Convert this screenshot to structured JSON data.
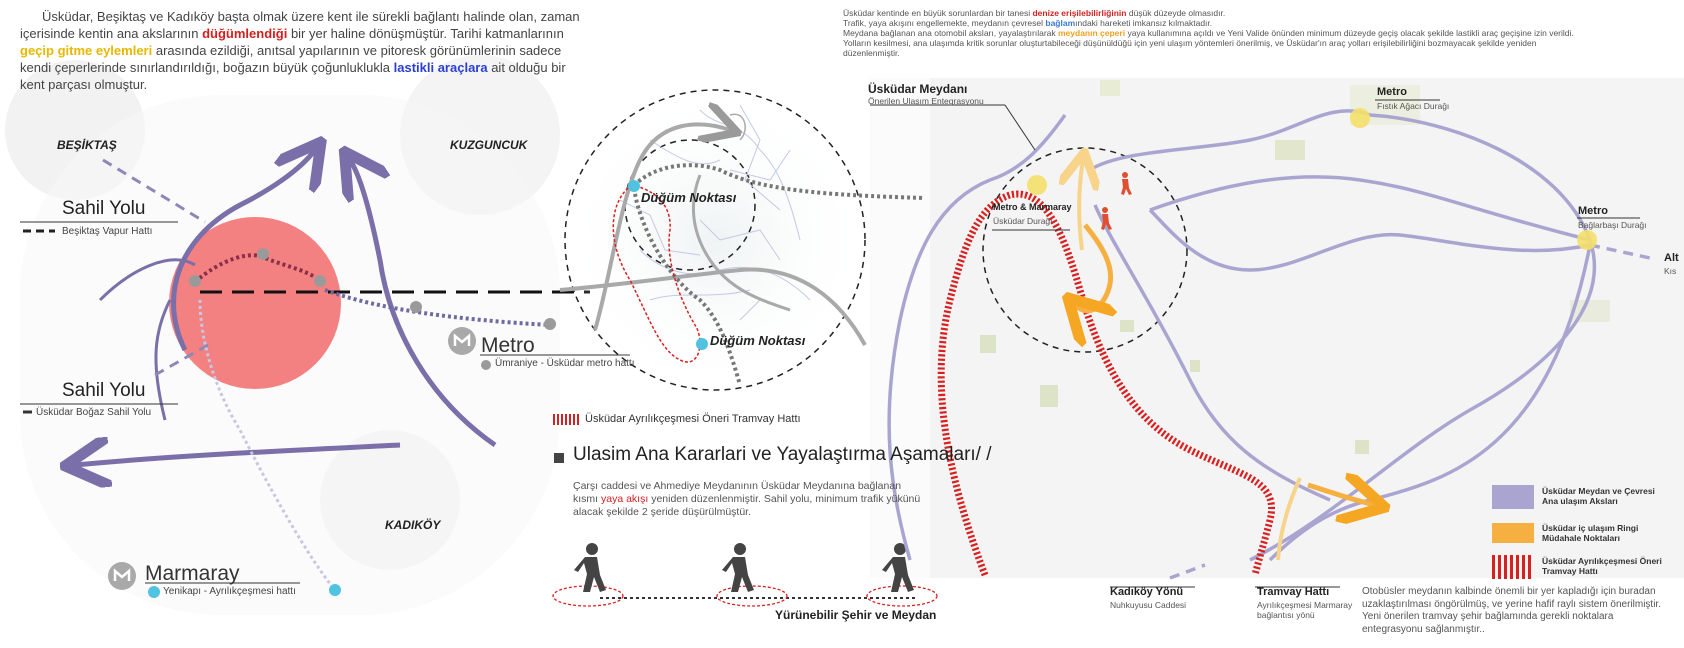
{
  "intro": {
    "p1": "Üsküdar, Beşiktaş ve Kadıköy başta olmak üzere kent ile sürekli bağlantı halinde olan, zaman içerisinde kentin ana akslarının ",
    "p1_red": "düğümlendiği",
    "p1_b": " bir yer haline dönüşmüştür. Tarihi katmanlarının ",
    "p1_yellow": "geçip gitme eylemleri",
    "p1_c": " arasında ezildiği, anıtsal yapılarının ve pitoresk görünümlerinin sadece kendi çeperlerinde sınırlandırıldığı, boğazın büyük çoğunluklukla ",
    "p1_blue": "lastikli araçlara",
    "p1_d": " ait olduğu bir kent parçası olmuştur."
  },
  "left_map": {
    "besiktas": "BEŞİKTAŞ",
    "kuzguncuk": "KUZGUNCUK",
    "kadikoy": "KADIKÖY",
    "sahil_yolu_1": "Sahil Yolu",
    "sahil_yolu_1_sub": "Beşiktaş Vapur Hattı",
    "sahil_yolu_2": "Sahil Yolu",
    "sahil_yolu_2_sub": "Üsküdar Boğaz Sahil Yolu",
    "metro": "Metro",
    "metro_sub": "Ümraniye - Üsküdar metro hattı",
    "marmaray": "Marmaray",
    "marmaray_sub": "Yenikapı - Ayrılıkçeşmesi hattı",
    "metro_icon": "metro-logo-icon",
    "marmaray_icon": "marmaray-logo-icon"
  },
  "center_map": {
    "node_1": "Düğüm Noktası",
    "node_2": "Düğüm Noktası",
    "tram_legend": "Üsküdar Ayrılıkçeşmesi Öneri Tramvay Hattı"
  },
  "section": {
    "title": "Ulasim Ana Kararlari ve Yayalaştırma Aşamaları/ /",
    "body_a": "Çarşı caddesi ve Ahmediye Meydanının Üsküdar Meydanına bağlanan kısmı ",
    "body_red": "yaya akışı",
    "body_b": " yeniden düzenlenmiştir. Sahil yolu, minimum trafik yükünü alacak şekilde 2 şeride düşürülmüştür.",
    "walk_caption": "Yürünebilir Şehir ve Meydan",
    "walker_icon": "pedestrian-icon"
  },
  "right_text": {
    "t1": "Üsküdar kentinde en büyük sorunlardan bir tanesi ",
    "t1_red": "denize erişilebilirliğinin",
    "t1_b": " düşük düzeyde olmasıdır.",
    "t2": "Trafik, yaya akışını engellemekte, meydanın çevresel ",
    "t2_blue": "bağlam",
    "t2_b": "ındaki hareketi imkansız kılmaktadır.",
    "t3": "Meydana bağlanan ana otomobil aksları, yayalaştırılarak ",
    "t3_orange": "meydanın çeperi",
    "t3_b": " yaya kullanımına açıldı  ve Yeni Valide önünden minimum düzeyde geçiş olacak şekilde lastikli araç geçişine izin verildi. Yolların kesilmesi, ana ulaşımda kritik sorunlar oluşturtabileceği düşünüldüğü için yeni ulaşım yöntemleri önerilmiş, ve Üsküdar'ın araç yolları erişilebilirliğini bozmayacak şekilde yeniden düzenlenmiştir."
  },
  "right_map": {
    "uskudar_meydani": "Üsküdar Meydanı",
    "uskudar_meydani_sub": "Önerilen Ulaşım Entegrasyonu",
    "metro_marmaray": "Metro & Marmaray",
    "metro_marmaray_sub": "Üsküdar Durağı",
    "metro_1": "Metro",
    "metro_1_sub": "Fıstık Ağacı Durağı",
    "metro_2": "Metro",
    "metro_2_sub": "Bağlarbaşı Durağı",
    "edge_label": "Alt",
    "edge_sub": "Kıs",
    "kadikoy_yonu": "Kadıköy Yönü",
    "kadikoy_yonu_sub": "Nuhkuyusu Caddesi",
    "tramvay_hatti": "Tramvay Hattı",
    "tramvay_hatti_sub": "Ayrılıkçeşmesi Marmaray bağlantısı yönü",
    "bottom_text": "Otobüsler meydanın kalbinde önemli bir yer kapladığı için buradan uzaklaştırılması öngörülmüş, ve yerine hafif raylı sistem önerilmiştir. Yeni önerilen tramvay şehir bağlamında gerekli noktalara entegrasyonu sağlanmıştır.."
  },
  "legend": {
    "item1": "Üsküdar Meydan ve Çevresi Ana ulaşım Aksları",
    "item2": "Üsküdar iç ulaşım Ringi Müdahale Noktaları",
    "item3": "Üsküdar Ayrılıkçeşmesi Öneri Tramvay Hattı"
  },
  "colors": {
    "axis_purple": "#a8a3cc",
    "dark_purple": "#7a6fa8",
    "tram_red": "#d92020",
    "ring_orange": "#f5b041",
    "node_red": "#f26b6b",
    "cyan": "#4fc3e0",
    "yellow": "#f4e06a"
  }
}
